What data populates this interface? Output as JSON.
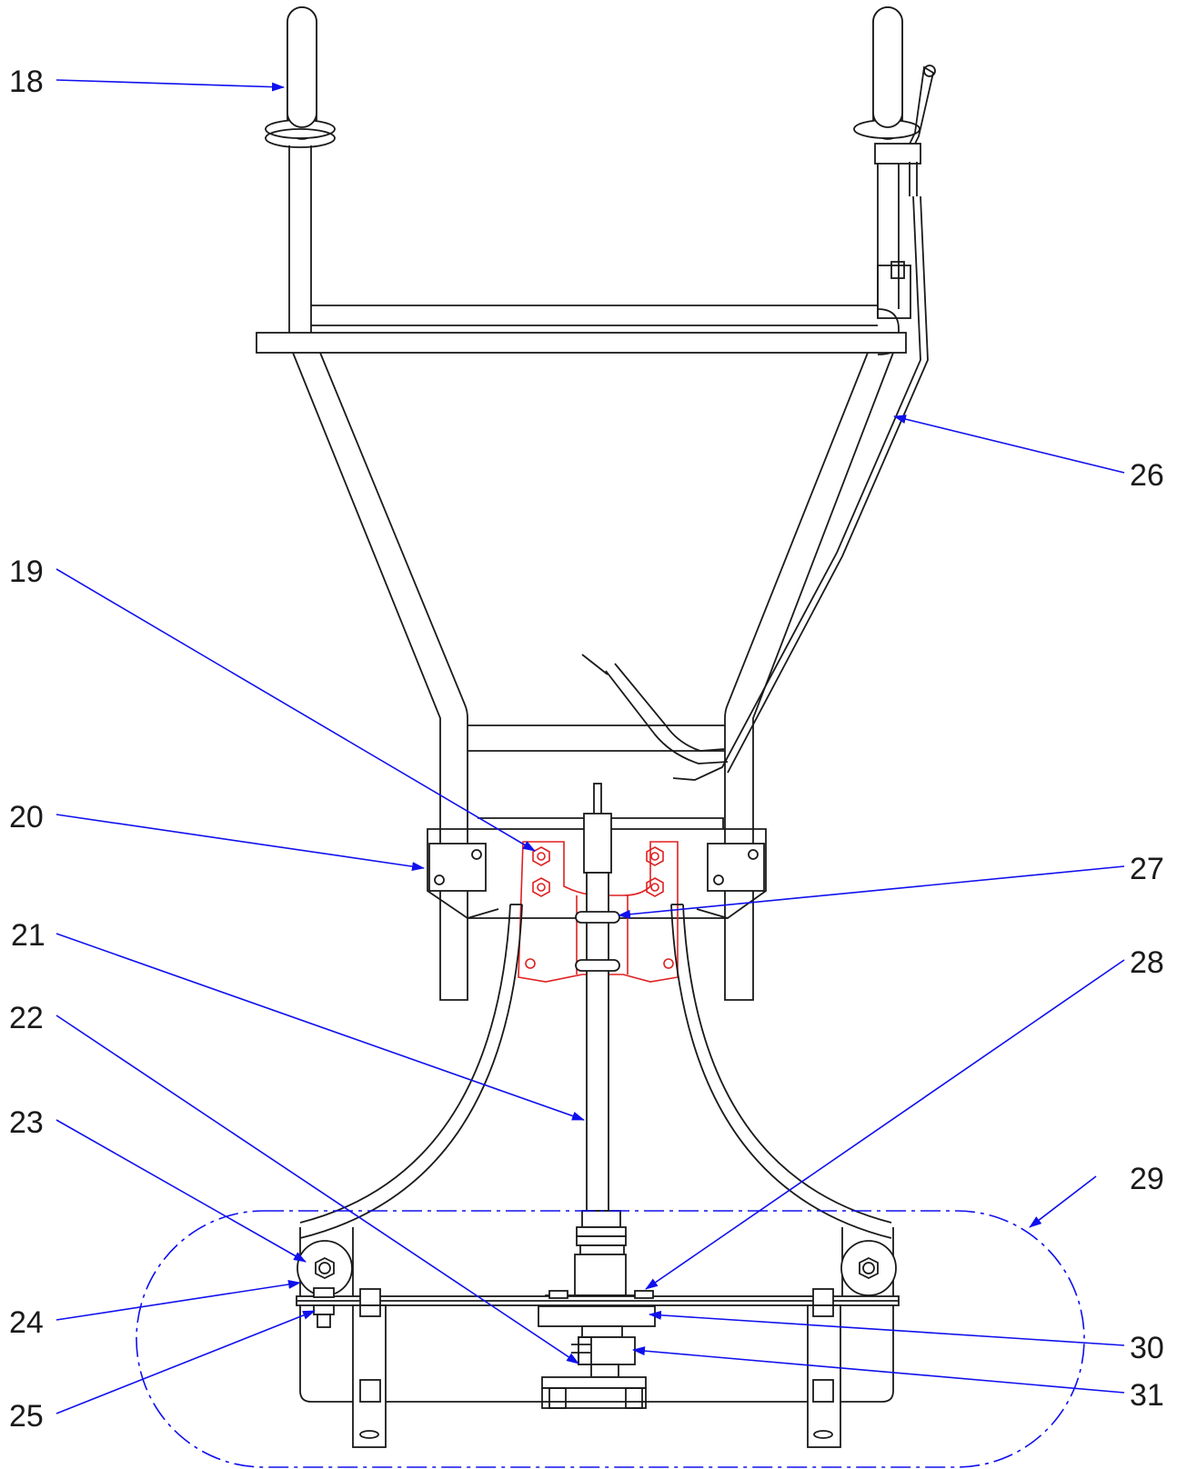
{
  "callouts": {
    "c18": "18",
    "c19": "19",
    "c20": "20",
    "c21": "21",
    "c22": "22",
    "c23": "23",
    "c24": "24",
    "c25": "25",
    "c26": "26",
    "c27": "27",
    "c28": "28",
    "c29": "29",
    "c30": "30",
    "c31": "31"
  },
  "colors": {
    "outline": "#1a1a1a",
    "leader": "#1010ee",
    "highlight": "#e02020"
  }
}
